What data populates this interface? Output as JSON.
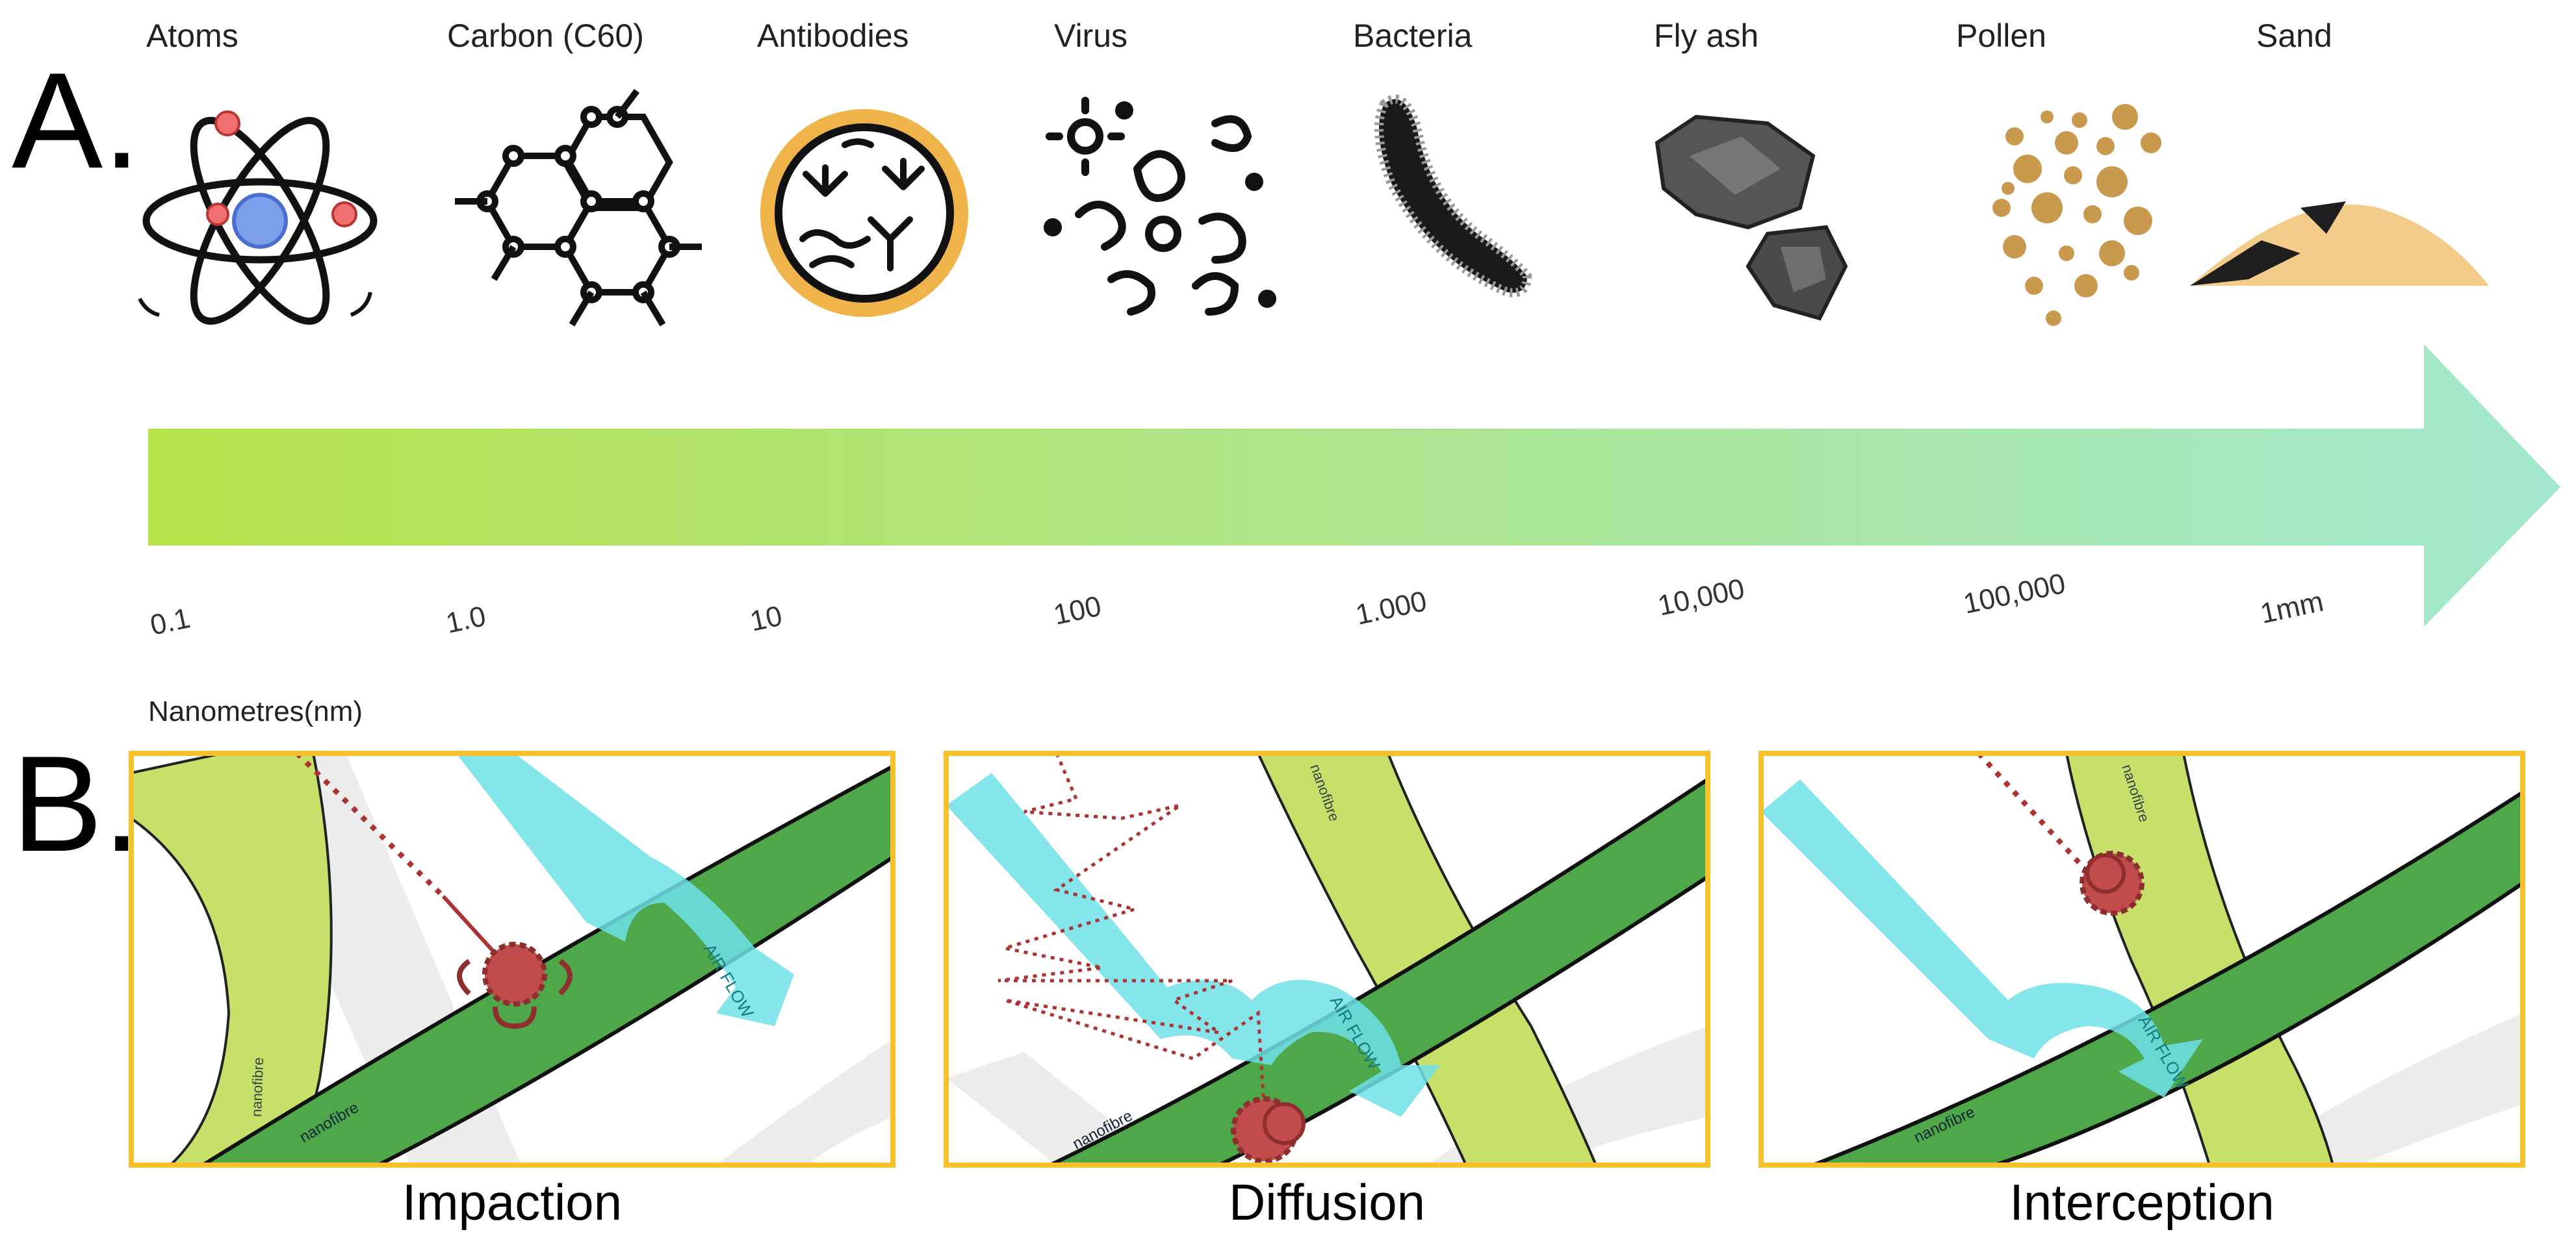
{
  "panel_a": {
    "letter": "A.",
    "particles": [
      {
        "label": "Atoms",
        "icon": "atom-icon"
      },
      {
        "label": "Carbon (C60)",
        "icon": "carbon-c60-icon"
      },
      {
        "label": "Antibodies",
        "icon": "antibodies-icon"
      },
      {
        "label": "Virus",
        "icon": "virus-icon"
      },
      {
        "label": "Bacteria",
        "icon": "bacteria-icon"
      },
      {
        "label": "Fly ash",
        "icon": "fly-ash-icon"
      },
      {
        "label": "Pollen",
        "icon": "pollen-icon"
      },
      {
        "label": "Sand",
        "icon": "sand-icon"
      }
    ],
    "scale_ticks": [
      "0.1",
      "1.0",
      "10",
      "100",
      "1.000",
      "10,000",
      "100,000",
      "1mm"
    ],
    "unit_label": "Nanometres(nm)"
  },
  "panel_b": {
    "letter": "B.",
    "panels": [
      {
        "caption": "Impaction",
        "fibre_label": "nanofibre",
        "fibre_label_2": "nanofibre",
        "airflow_label": "AIR FLOW"
      },
      {
        "caption": "Diffusion",
        "fibre_label": "nanofibre",
        "fibre_label_2": "nanofibre",
        "airflow_label": "AIR FLOW"
      },
      {
        "caption": "Interception",
        "fibre_label": "nanofibre",
        "fibre_label_2": "nanofibre",
        "airflow_label": "AIR FLOW"
      }
    ]
  },
  "colors": {
    "arrow_start": "#b6e24a",
    "arrow_end": "#a3e8cf",
    "frame": "#f6c12d",
    "fibre_dark": "#4ea84a",
    "fibre_light": "#c7e06a",
    "airflow": "#6fe0e8",
    "particle_red": "#c24b4b",
    "antibody_ring": "#efb34a",
    "pollen": "#c99a4e",
    "sand": "#f3cc8a"
  }
}
